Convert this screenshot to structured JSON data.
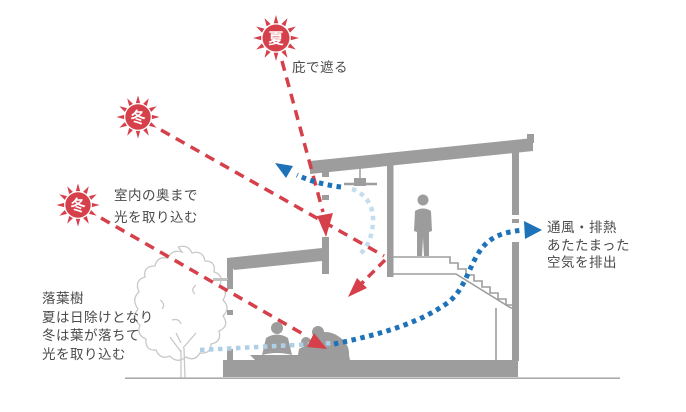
{
  "title": "passive-design-house-section-diagram",
  "suns": {
    "summer": "夏",
    "winter_high": "冬",
    "winter_low": "冬"
  },
  "notes": {
    "eave": "庇で遮る",
    "winter_light": [
      "室内の奥まで",
      "光を取り込む"
    ],
    "tree": [
      "落葉樹",
      "夏は日除けとなり",
      "冬は葉が落ちて",
      "光を取り込む"
    ],
    "vent": [
      "通風・排熱",
      "あたたまった",
      "空気を排出"
    ]
  },
  "colors": {
    "sun_red": "#d6404b",
    "arrow_red": "#d6404b",
    "arrow_blue": "#1e72b8",
    "arrow_light_blue": "#aed0e6",
    "structure_gray": "#9d9d9d",
    "tree_gray": "#c8c8c8",
    "text_gray": "#4a4a4a"
  }
}
